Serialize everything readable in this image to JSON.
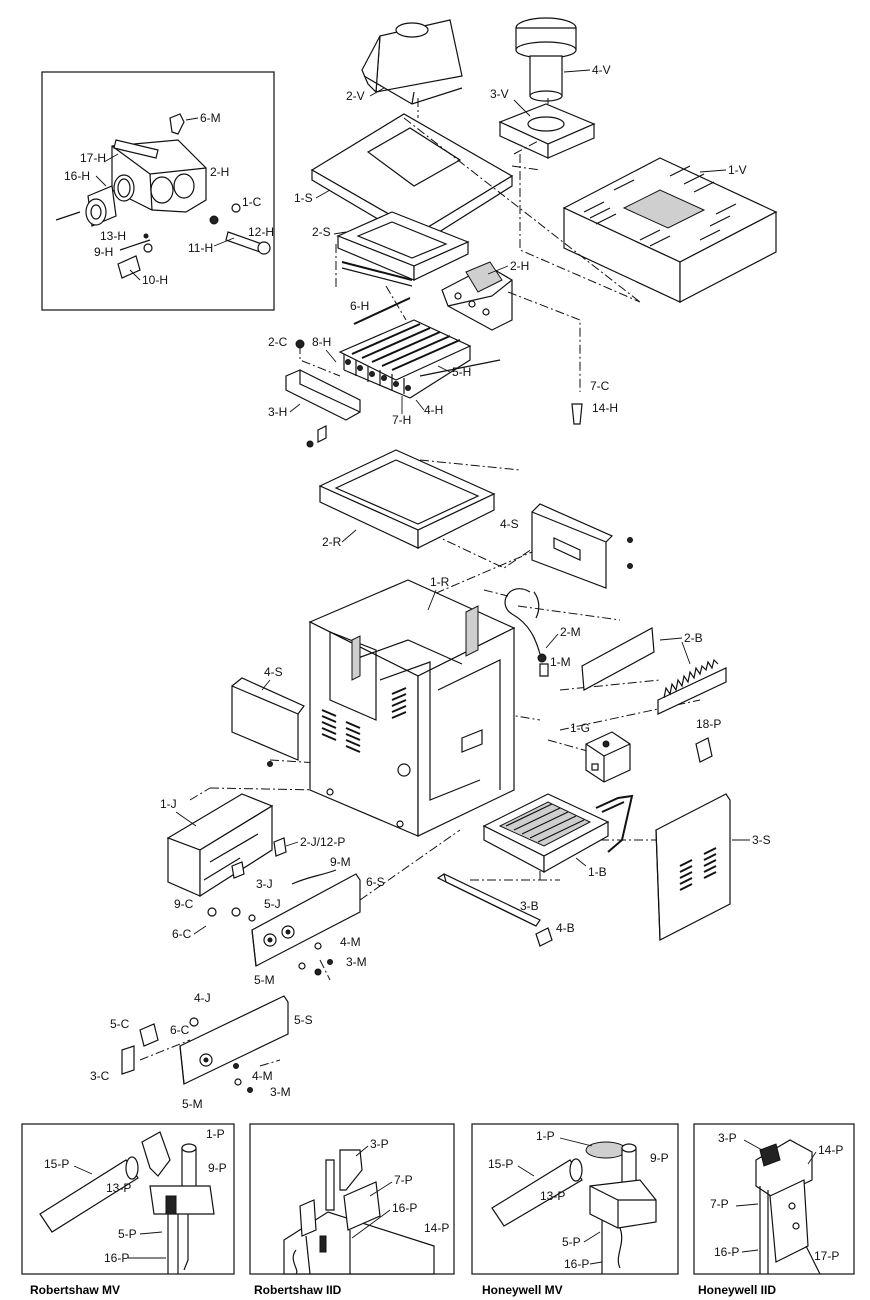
{
  "callouts": {
    "v1": "1-V",
    "v2": "2-V",
    "v3": "3-V",
    "v4": "4-V",
    "m6": "6-M",
    "h17": "17-H",
    "h16": "16-H",
    "h2_inset": "2-H",
    "c1": "1-C",
    "h12": "12-H",
    "h13": "13-H",
    "h11": "11-H",
    "h9": "9-H",
    "h10": "10-H",
    "s1": "1-S",
    "s2": "2-S",
    "h2": "2-H",
    "h6": "6-H",
    "c2": "2-C",
    "h8": "8-H",
    "h5": "5-H",
    "h3": "3-H",
    "h7": "7-H",
    "h4": "4-H",
    "c7": "7-C",
    "h14": "14-H",
    "r2": "2-R",
    "s4a": "4-S",
    "r1": "1-R",
    "m2": "2-M",
    "m1": "1-M",
    "b2": "2-B",
    "s4b": "4-S",
    "g1": "1-G",
    "p18": "18-P",
    "j1": "1-J",
    "j2p12": "2-J/12-P",
    "m9": "9-M",
    "s6": "6-S",
    "j3": "3-J",
    "c9": "9-C",
    "j5": "5-J",
    "c6a": "6-C",
    "m4a": "4-M",
    "m5": "5-M",
    "m3a": "3-M",
    "s3": "3-S",
    "b1": "1-B",
    "b3": "3-B",
    "b4": "4-B",
    "j4": "4-J",
    "s5": "5-S",
    "c5": "5-C",
    "c6b": "6-C",
    "c3": "3-C",
    "m4b": "4-M",
    "m3b": "3-M",
    "m5b": "5-M"
  },
  "pilots": [
    {
      "caption": "Robertshaw MV",
      "labels": {
        "p1": "1-P",
        "p15": "15-P",
        "p9": "9-P",
        "p13": "13-P",
        "p5": "5-P",
        "p16": "16-P"
      }
    },
    {
      "caption": "Robertshaw IID",
      "labels": {
        "p3": "3-P",
        "p7": "7-P",
        "p16": "16-P",
        "p14": "14-P"
      }
    },
    {
      "caption": "Honeywell MV",
      "labels": {
        "p1": "1-P",
        "p15": "15-P",
        "p9": "9-P",
        "p13": "13-P",
        "p5": "5-P",
        "p16": "16-P"
      }
    },
    {
      "caption": "Honeywell IID",
      "labels": {
        "p3": "3-P",
        "p14": "14-P",
        "p7": "7-P",
        "p16": "16-P",
        "p17": "17-P"
      }
    }
  ]
}
